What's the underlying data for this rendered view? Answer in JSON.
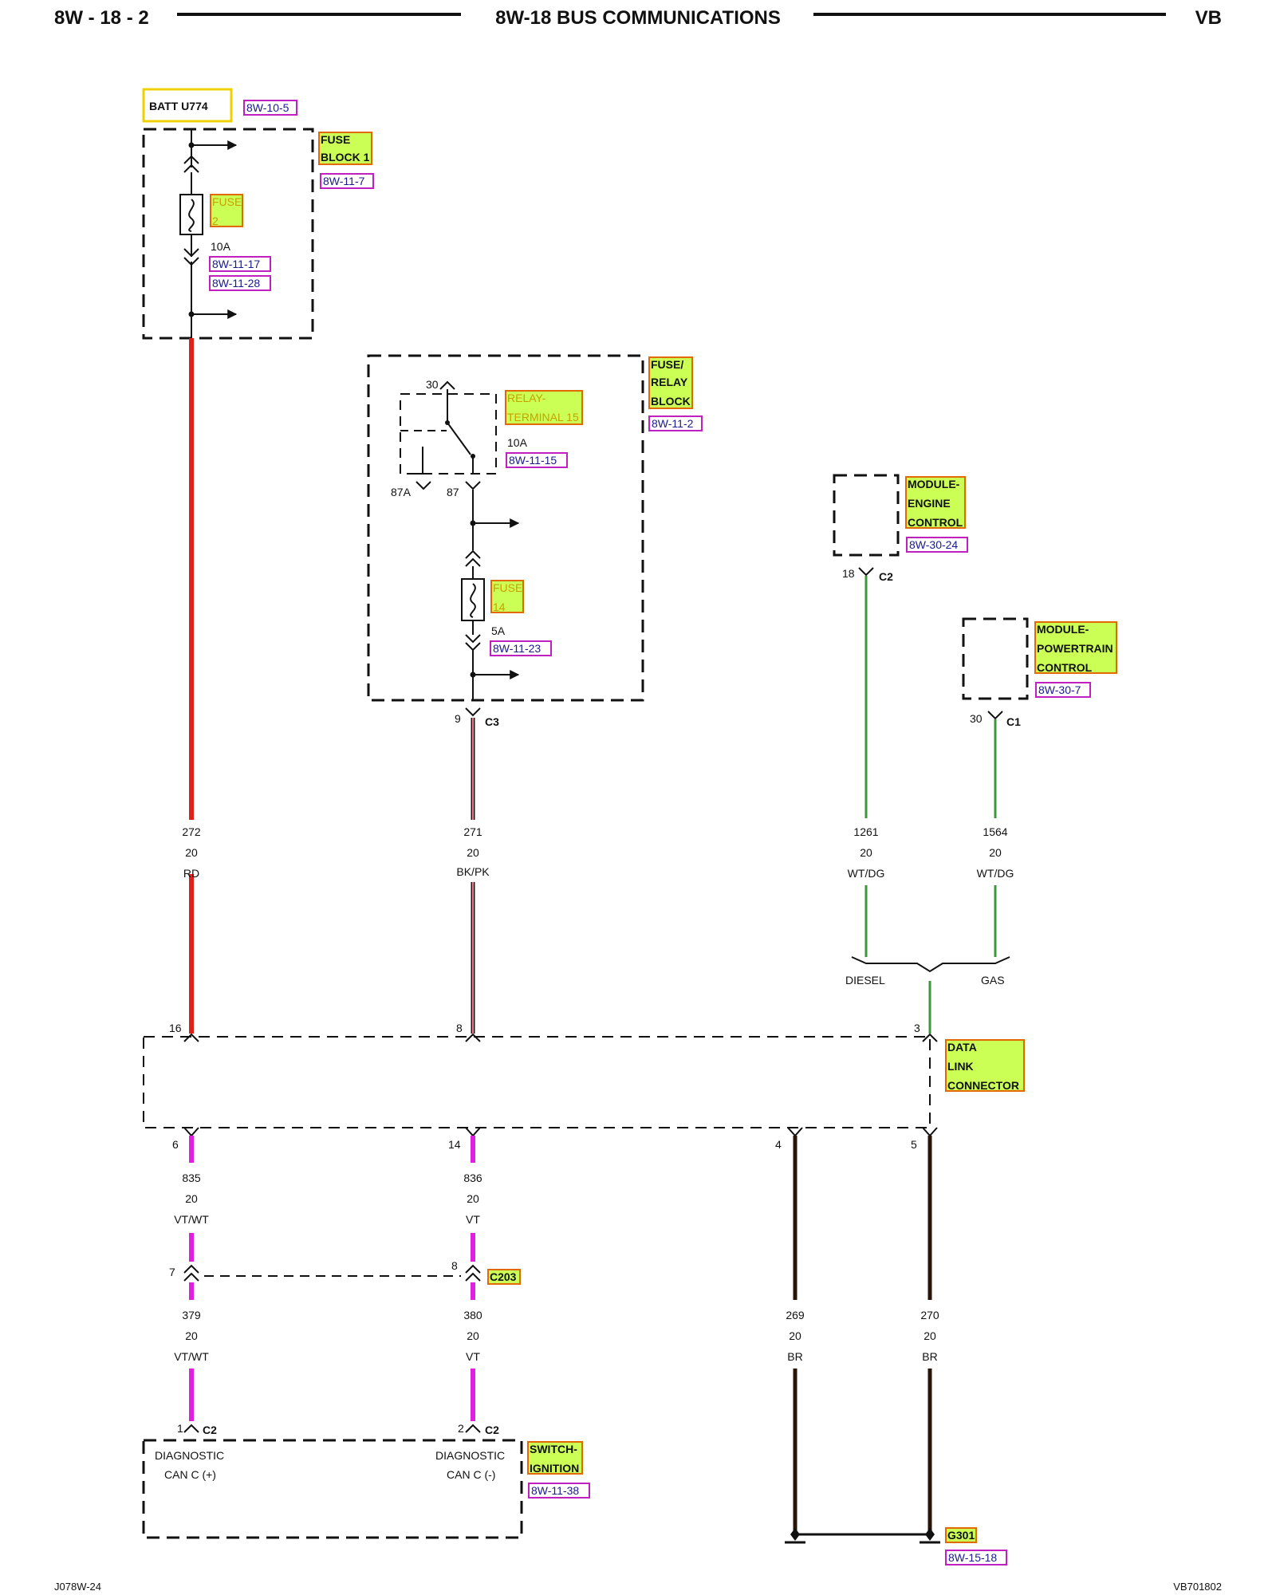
{
  "header": {
    "page_code": "8W - 18 - 2",
    "title": "8W-18 BUS COMMUNICATIONS",
    "model": "VB"
  },
  "footer": {
    "left_code": "J078W-24",
    "right_code": "VB701802"
  },
  "power_source": {
    "label": "BATT U774",
    "ref": "8W-10-5"
  },
  "fuse_block_1": {
    "name_line1": "FUSE",
    "name_line2": "BLOCK 1",
    "ref": "8W-11-7",
    "fuse_line1": "FUSE",
    "fuse_line2": "2",
    "fuse_rating": "10A",
    "fuse_ref1": "8W-11-17",
    "fuse_ref2": "8W-11-28"
  },
  "fuse_relay_block": {
    "name_line1": "FUSE/",
    "name_line2": "RELAY",
    "name_line3": "BLOCK",
    "ref": "8W-11-2",
    "relay_line1": "RELAY-",
    "relay_line2": "TERMINAL 15",
    "relay_rating": "10A",
    "relay_ref": "8W-11-15",
    "pin_30": "30",
    "pin_87a": "87A",
    "pin_87": "87",
    "fuse_line1": "FUSE",
    "fuse_line2": "14",
    "fuse_rating": "5A",
    "fuse_ref": "8W-11-23",
    "cavity": "9",
    "connector": "C3"
  },
  "module_engine_control": {
    "name_line1": "MODULE-",
    "name_line2": "ENGINE",
    "name_line3": "CONTROL",
    "ref": "8W-30-24",
    "cavity": "18",
    "connector": "C2"
  },
  "module_powertrain_control": {
    "name_line1": "MODULE-",
    "name_line2": "POWERTRAIN",
    "name_line3": "CONTROL",
    "ref": "8W-30-7",
    "cavity": "30",
    "connector": "C1"
  },
  "wires": {
    "w272": {
      "circuit": "272",
      "gauge": "20",
      "color": "RD"
    },
    "w271": {
      "circuit": "271",
      "gauge": "20",
      "color": "BK/PK"
    },
    "w1261": {
      "circuit": "1261",
      "gauge": "20",
      "color": "WT/DG"
    },
    "w1564": {
      "circuit": "1564",
      "gauge": "20",
      "color": "WT/DG"
    },
    "w835": {
      "circuit": "835",
      "gauge": "20",
      "color": "VT/WT"
    },
    "w836": {
      "circuit": "836",
      "gauge": "20",
      "color": "VT"
    },
    "w379": {
      "circuit": "379",
      "gauge": "20",
      "color": "VT/WT"
    },
    "w380": {
      "circuit": "380",
      "gauge": "20",
      "color": "VT"
    },
    "w269": {
      "circuit": "269",
      "gauge": "20",
      "color": "BR"
    },
    "w270": {
      "circuit": "270",
      "gauge": "20",
      "color": "BR"
    }
  },
  "branch": {
    "diesel": "DIESEL",
    "gas": "GAS"
  },
  "data_link_connector": {
    "name_line1": "DATA",
    "name_line2": "LINK",
    "name_line3": "CONNECTOR",
    "pin_16": "16",
    "pin_8": "8",
    "pin_3": "3",
    "pin_6": "6",
    "pin_14": "14",
    "pin_4": "4",
    "pin_5": "5"
  },
  "c203": {
    "name": "C203",
    "pin_7": "7",
    "pin_8": "8"
  },
  "switch_ignition": {
    "name_line1": "SWITCH-",
    "name_line2": "IGNITION",
    "ref": "8W-11-38",
    "pin1_cavity": "1",
    "pin1_connector": "C2",
    "pin2_cavity": "2",
    "pin2_connector": "C2",
    "pin1_label_line1": "DIAGNOSTIC",
    "pin1_label_line2": "CAN C (+)",
    "pin2_label_line1": "DIAGNOSTIC",
    "pin2_label_line2": "CAN C (-)"
  },
  "ground": {
    "name": "G301",
    "ref": "8W-15-18"
  },
  "colors": {
    "wire_red": "#e0201a",
    "wire_black": "#1a1a1a",
    "wire_pink": "#f07a8a",
    "wire_green": "#3a9a3a",
    "wire_violet": "#e020e0",
    "wire_brown": "#2a1408",
    "label_highlight": "#ccff55",
    "label_border": "#e06a00",
    "ref_border": "#c020c0",
    "batt_border": "#f0d000"
  }
}
